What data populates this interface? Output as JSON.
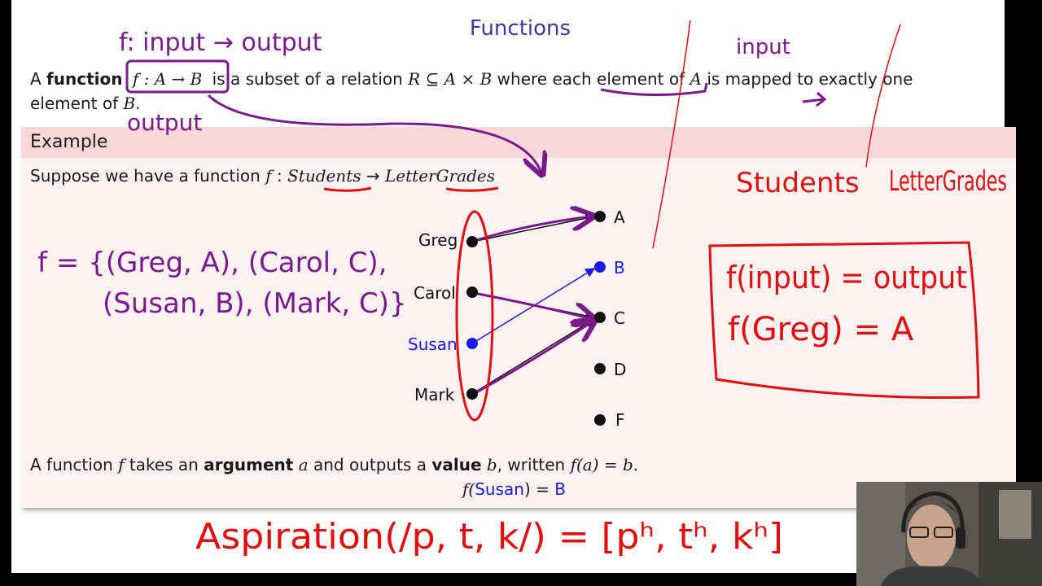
{
  "slide": {
    "title": "Functions",
    "definition": {
      "a": "A",
      "word": "function",
      "signature": "f : A → B",
      "rest1": "is a subset of a relation",
      "relation": "R ⊆ A × B",
      "rest2": "where each element of",
      "a_var": "A",
      "rest3": "is mapped to exactly one",
      "line2_start": "element of",
      "b_var": "B",
      "line2_end": "."
    },
    "example": {
      "header": "Example",
      "suppose_start": "Suppose we have a function",
      "f": "f",
      "colon": ":",
      "domain": "Students",
      "arrow": "→",
      "codomain": "LetterGrades",
      "students": [
        "Greg",
        "Carol",
        "Susan",
        "Mark"
      ],
      "grades": [
        "A",
        "B",
        "C",
        "D",
        "F"
      ],
      "argument_sentence": {
        "p1": "A function",
        "f": "f",
        "p2": "takes an",
        "argument": "argument",
        "a": "a",
        "p3": "and outputs a",
        "value": "value",
        "b": "b",
        "p4": ", written",
        "fa": "f(a) = b."
      },
      "susan_eq": {
        "lhs_f": "f(",
        "name": "Susan",
        "rhs": ") =",
        "grade": "B"
      }
    }
  },
  "annotations": {
    "f_input_output": "f: input → output",
    "output_label": "output",
    "input_label": "input",
    "students_label": "Students",
    "lettergrades_label": "LetterGrades",
    "set_line1": "f = {(Greg, A), (Carol, C),",
    "set_line2": "(Susan, B), (Mark, C)}",
    "box_line1": "f(input) = output",
    "box_line2": "f(Greg) = A",
    "aspiration": "Aspiration(/p, t, k/) = [pʰ, tʰ, kʰ]"
  },
  "colors": {
    "title": "#3b3b9e",
    "purple_ink": "#7a1a8c",
    "red_ink": "#e01010",
    "blue": "#1a1ae6",
    "header_bg": "#f9d7d7",
    "box_bg": "#fdf1f1"
  }
}
